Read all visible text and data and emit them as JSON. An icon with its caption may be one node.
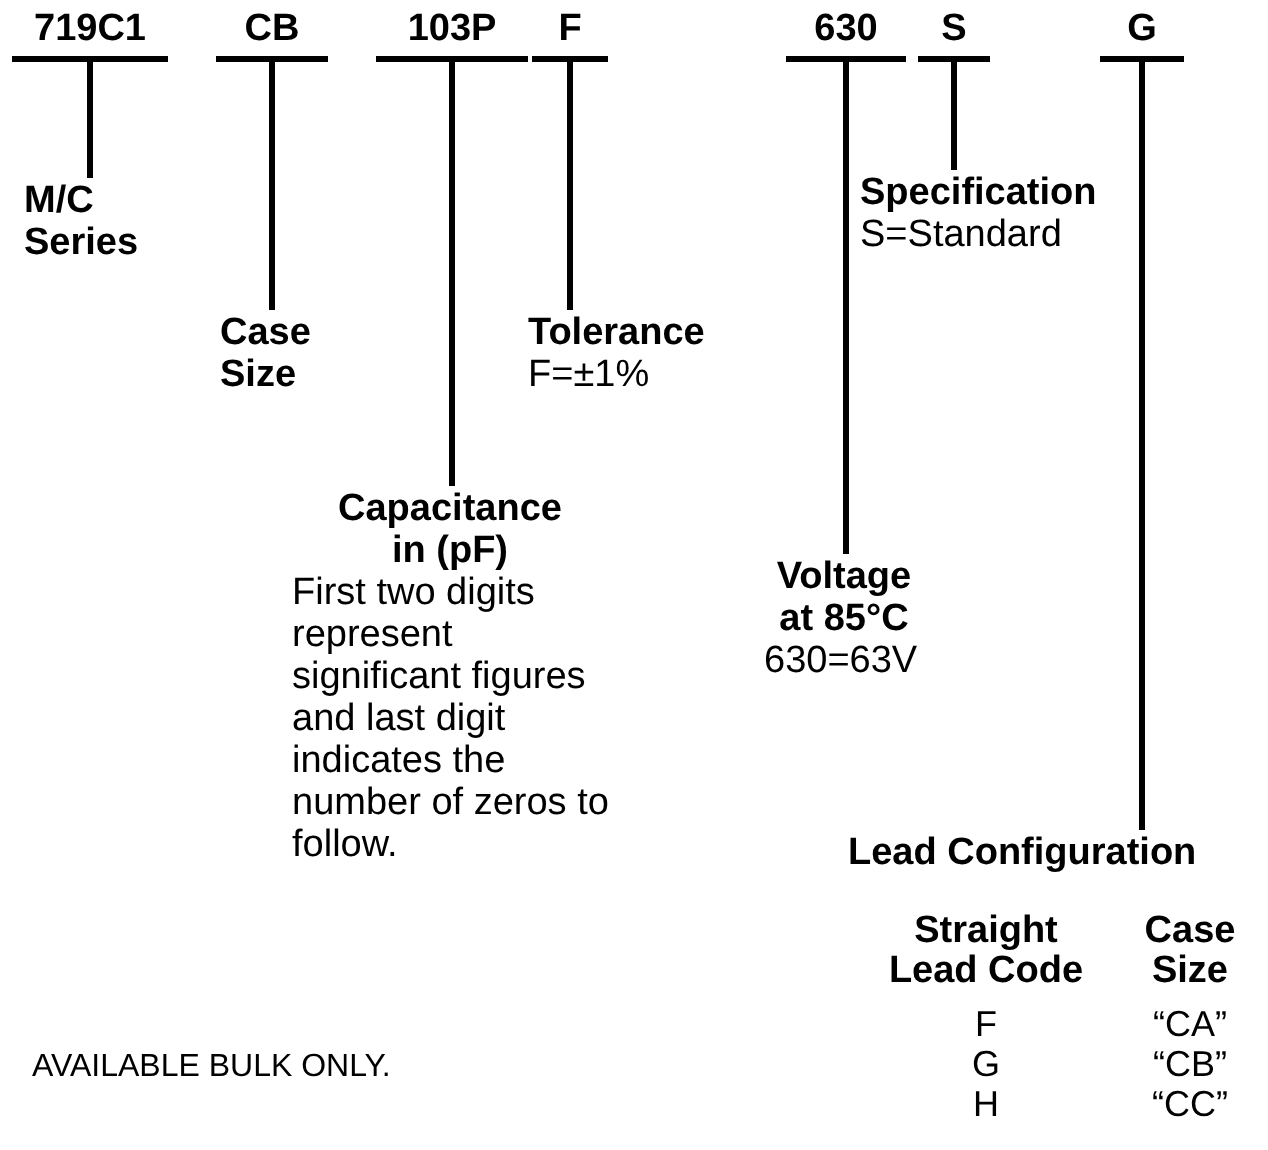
{
  "diagram": {
    "nodes": [
      {
        "text": [
          "719C1"
        ]
      },
      {
        "text": [
          "CB"
        ]
      },
      {
        "text": [
          "103P"
        ]
      },
      {
        "text": [
          "F"
        ]
      },
      {
        "text": [
          "630"
        ]
      },
      {
        "text": [
          "S"
        ]
      },
      {
        "text": [
          "G"
        ]
      },
      {
        "text": [
          "M/C Series"
        ]
      },
      {
        "text": [
          "Specification",
          "S=Standard"
        ]
      },
      {
        "text": [
          "Case Size"
        ]
      },
      {
        "text": [
          "Tolerance",
          "F=±1%"
        ]
      },
      {
        "text": [
          "Capacitance in (pF)",
          "First two digits represent significant figures and last digit indicates the number of zeros to follow."
        ]
      },
      {
        "text": [
          "Voltage at 85°C",
          "630=63V"
        ]
      },
      {
        "text": [
          "Lead Configuration"
        ]
      }
    ],
    "edges": [
      {
        "from": 0,
        "to": 7,
        "arrow": "none"
      },
      {
        "from": 1,
        "to": 9,
        "arrow": "none"
      },
      {
        "from": 2,
        "to": 11,
        "arrow": "none"
      },
      {
        "from": 3,
        "to": 10,
        "arrow": "none"
      },
      {
        "from": 4,
        "to": 12,
        "arrow": "none"
      },
      {
        "from": 5,
        "to": 8,
        "arrow": "none"
      },
      {
        "from": 6,
        "to": 13,
        "arrow": "none"
      }
    ],
    "labels": [
      "Straight Lead Code",
      "Case Size",
      "F",
      "“CA”",
      "AVAILABLE BULK ONLY.",
      "G",
      "“CB”",
      "H",
      "“CC”"
    ]
  }
}
